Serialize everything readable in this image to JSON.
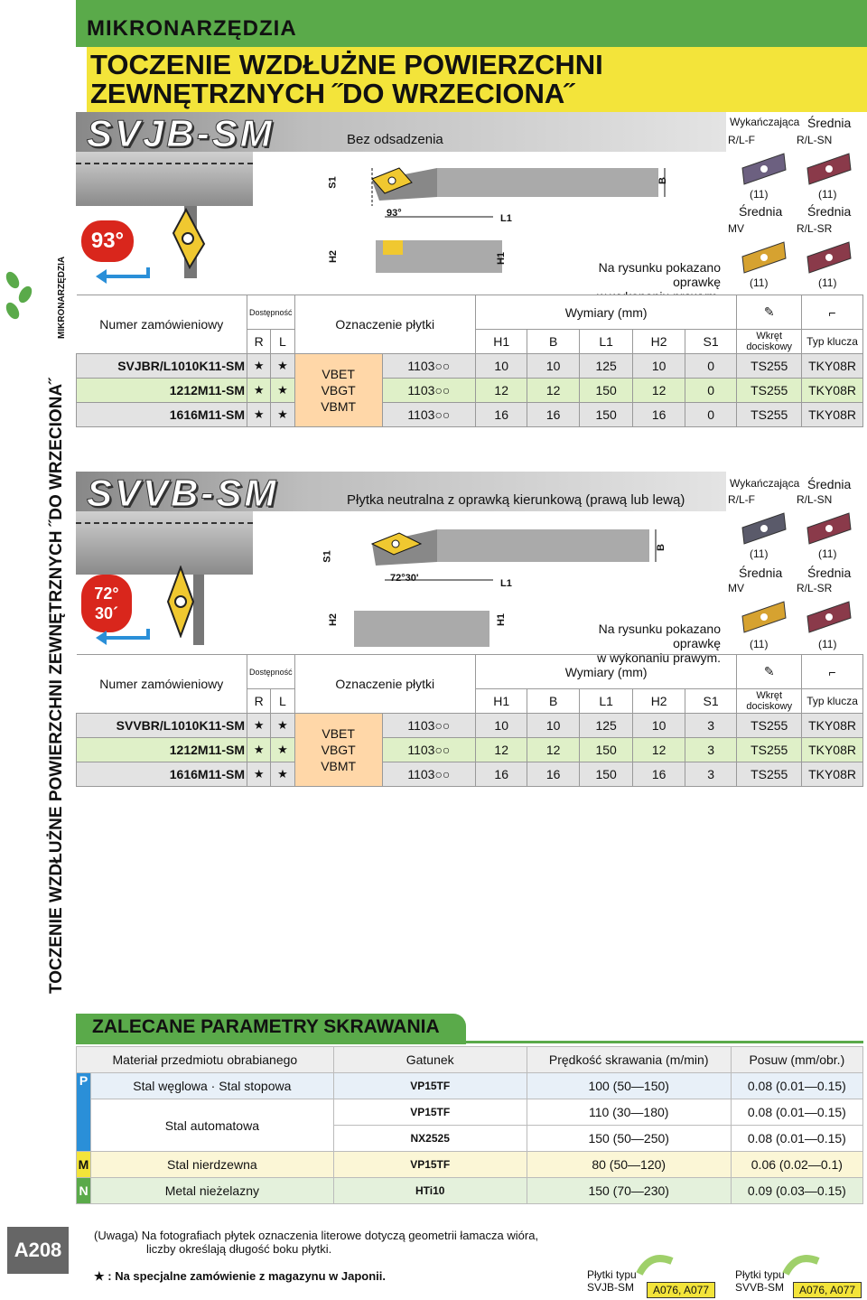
{
  "header": {
    "section": "MIKRONARZĘDZIA",
    "title_line1": "TOCZENIE WZDŁUŻNE POWIERZCHNI",
    "title_line2": "ZEWNĘTRZNYCH ˝DO WRZECIONA˝"
  },
  "side": {
    "vertical_title": "TOCZENIE WZDŁUŻNE POWIERZCHNI ZEWNĘTRZNYCH ˝DO WRZECIONA˝",
    "vertical_small": "MIKRONARZĘDZIA"
  },
  "svjb": {
    "model": "SVJB-SM",
    "subtitle": "Bez odsadzenia",
    "angle": "93°",
    "drawing_angle": "93°",
    "dims": {
      "s1": "S1",
      "h2": "H2",
      "h1": "H1",
      "l1": "L1",
      "b": "B"
    },
    "note_line1": "Na rysunku pokazano oprawkę",
    "note_line2": "w wykonaniu prawym.",
    "inserts": {
      "top_left_label": "Wykańczająca",
      "top_left_code": "R/L-F",
      "top_right_label": "Średnia",
      "top_right_code": "R/L-SN",
      "num1": "(11)",
      "num2": "(11)",
      "mid_left_label": "Średnia",
      "mid_left_code": "MV",
      "mid_right_label": "Średnia",
      "mid_right_code": "R/L-SR",
      "num3": "(11)",
      "num4": "(11)"
    },
    "table": {
      "h_order": "Numer zamówieniowy",
      "h_avail": "Dostępność",
      "h_insert": "Oznaczenie płytki",
      "h_dims": "Wymiary (mm)",
      "h_r": "R",
      "h_l": "L",
      "h_h1": "H1",
      "h_b": "B",
      "h_l1": "L1",
      "h_h2": "H2",
      "h_s1": "S1",
      "h_screw": "Wkręt dociskowy",
      "h_key": "Typ klucza",
      "insert_types": "VBET\nVBGT\nVBMT",
      "rows": [
        {
          "order": "SVJBR/L1010K11-SM",
          "r": "★",
          "l": "★",
          "code": "1103○○",
          "h1": "10",
          "b": "10",
          "l1": "125",
          "h2": "10",
          "s1": "0",
          "screw": "TS255",
          "key": "TKY08R"
        },
        {
          "order": "1212M11-SM",
          "r": "★",
          "l": "★",
          "code": "1103○○",
          "h1": "12",
          "b": "12",
          "l1": "150",
          "h2": "12",
          "s1": "0",
          "screw": "TS255",
          "key": "TKY08R"
        },
        {
          "order": "1616M11-SM",
          "r": "★",
          "l": "★",
          "code": "1103○○",
          "h1": "16",
          "b": "16",
          "l1": "150",
          "h2": "16",
          "s1": "0",
          "screw": "TS255",
          "key": "TKY08R"
        }
      ]
    }
  },
  "svvb": {
    "model": "SVVB-SM",
    "subtitle": "Płytka neutralna z oprawką kierunkową (prawą lub lewą)",
    "angle_line1": "72°",
    "angle_line2": "30´",
    "drawing_angle": "72°30'",
    "dims": {
      "s1": "S1",
      "h2": "H2",
      "h1": "H1",
      "l1": "L1",
      "b": "B"
    },
    "note_line1": "Na rysunku pokazano oprawkę",
    "note_line2": "w wykonaniu prawym.",
    "inserts": {
      "top_left_label": "Wykańczająca",
      "top_left_code": "R/L-F",
      "top_right_label": "Średnia",
      "top_right_code": "R/L-SN",
      "num1": "(11)",
      "num2": "(11)",
      "mid_left_label": "Średnia",
      "mid_left_code": "MV",
      "mid_right_label": "Średnia",
      "mid_right_code": "R/L-SR",
      "num3": "(11)",
      "num4": "(11)"
    },
    "table": {
      "h_order": "Numer zamówieniowy",
      "h_avail": "Dostępność",
      "h_insert": "Oznaczenie płytki",
      "h_dims": "Wymiary (mm)",
      "h_r": "R",
      "h_l": "L",
      "h_h1": "H1",
      "h_b": "B",
      "h_l1": "L1",
      "h_h2": "H2",
      "h_s1": "S1",
      "h_screw": "Wkręt dociskowy",
      "h_key": "Typ klucza",
      "insert_types": "VBET\nVBGT\nVBMT",
      "rows": [
        {
          "order": "SVVBR/L1010K11-SM",
          "r": "★",
          "l": "★",
          "code": "1103○○",
          "h1": "10",
          "b": "10",
          "l1": "125",
          "h2": "10",
          "s1": "3",
          "screw": "TS255",
          "key": "TKY08R"
        },
        {
          "order": "1212M11-SM",
          "r": "★",
          "l": "★",
          "code": "1103○○",
          "h1": "12",
          "b": "12",
          "l1": "150",
          "h2": "12",
          "s1": "3",
          "screw": "TS255",
          "key": "TKY08R"
        },
        {
          "order": "1616M11-SM",
          "r": "★",
          "l": "★",
          "code": "1103○○",
          "h1": "16",
          "b": "16",
          "l1": "150",
          "h2": "16",
          "s1": "3",
          "screw": "TS255",
          "key": "TKY08R"
        }
      ]
    }
  },
  "params": {
    "title": "ZALECANE PARAMETRY SKRAWANIA",
    "h_material": "Materiał przedmiotu obrabianego",
    "h_grade": "Gatunek",
    "h_speed": "Prędkość skrawania (m/min)",
    "h_feed": "Posuw (mm/obr.)",
    "rows": [
      {
        "type": "P",
        "material": "Stal węglowa · Stal stopowa",
        "grade": "VP15TF",
        "speed": "100 (50—150)",
        "feed": "0.08 (0.01—0.15)"
      },
      {
        "type": "",
        "material": "Stal automatowa",
        "grade": "VP15TF",
        "speed": "110 (30—180)",
        "feed": "0.08 (0.01—0.15)"
      },
      {
        "type": "",
        "material": "",
        "grade": "NX2525",
        "speed": "150 (50—250)",
        "feed": "0.08 (0.01—0.15)"
      },
      {
        "type": "M",
        "material": "Stal nierdzewna",
        "grade": "VP15TF",
        "speed": "80 (50—120)",
        "feed": "0.06 (0.02—0.1)"
      },
      {
        "type": "N",
        "material": "Metal nieżelazny",
        "grade": "HTi10",
        "speed": "150 (70—230)",
        "feed": "0.09 (0.03—0.15)"
      }
    ]
  },
  "footer": {
    "page": "A208",
    "note1": "(Uwaga) Na fotografiach płytek oznaczenia literowe dotyczą geometrii łamacza wióra,",
    "note2": "liczby określają długość boku płytki.",
    "star_note": "★ : Na specjalne zamówienie z magazynu w Japonii.",
    "ref1_label1": "Płytki typu",
    "ref1_label2": "SVJB-SM",
    "ref1_pages": "A076, A077",
    "ref2_label1": "Płytki typu",
    "ref2_label2": "SVVB-SM",
    "ref2_pages": "A076, A077"
  },
  "colors": {
    "green": "#5aaa4a",
    "yellow": "#f3e43a",
    "blue": "#2a8fd8",
    "red": "#d9261c",
    "insert_orange": "#ffd7a8"
  }
}
